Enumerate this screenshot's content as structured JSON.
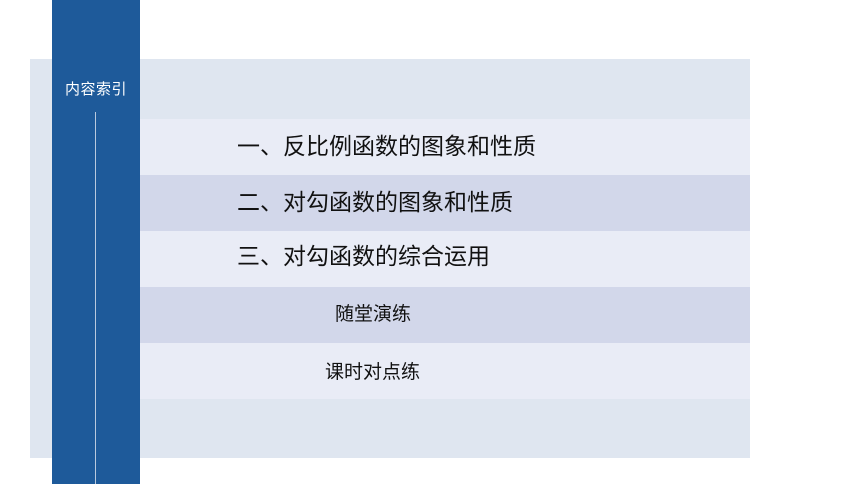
{
  "sidebar": {
    "title": "内容索引"
  },
  "toc": {
    "items": [
      {
        "label": "一、反比例函数的图象和性质"
      },
      {
        "label": "二、对勾函数的图象和性质"
      },
      {
        "label": "三、对勾函数的综合运用"
      },
      {
        "label": "随堂演练"
      },
      {
        "label": "课时对点练"
      }
    ]
  },
  "colors": {
    "sidebar": "#1e5a9a",
    "panel": "#dfe6f0",
    "row_light": "#e9ecf6",
    "row_dark": "#d2d7ea"
  }
}
